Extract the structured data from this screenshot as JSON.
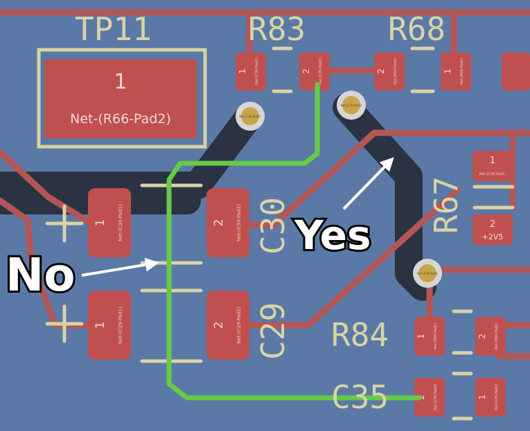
{
  "colors": {
    "board": "#5b79a7",
    "copper_trace": "#b55656",
    "pad": "#c0504f",
    "silkscreen": "#d9d4a6",
    "ground_trace": "#2b3342",
    "via_ring": "#d6d6d6",
    "via_hole": "#c8a54a",
    "highlight_path": "#66cc44",
    "annotation": "#ffffff"
  },
  "refs": {
    "tp11": "TP11",
    "r83": "R83",
    "r68": "R68",
    "r67": "R67",
    "c30": "C30",
    "c29": "C29",
    "r84": "R84",
    "c35": "C35"
  },
  "testpoint": {
    "pin": "1",
    "net": "Net-(R66-Pad2)"
  },
  "pads": {
    "c30_1": {
      "num": "1",
      "net": "Net-(C30-Pad1)"
    },
    "c30_2": {
      "num": "2",
      "net": "Net-(C30-Pad2)"
    },
    "c29_1": {
      "num": "1",
      "net": "Net-(C29-Pad1)"
    },
    "c29_2": {
      "num": "2",
      "net": "Net-(C29-Pad2)"
    },
    "r83_1": {
      "num": "1",
      "net": "Net-(C30-Pad2)"
    },
    "r83_2": {
      "num": "2",
      "net": "Net-(C35-Pad1)"
    },
    "r68_2": {
      "num": "2",
      "net": "Net-(R83-Pad2)"
    },
    "r68_1": {
      "num": "1",
      "net": "Net-(R68-Pad1)"
    },
    "r67_1": {
      "num": "1",
      "net": "Net-(C30-Pad1)"
    },
    "r67_2": {
      "num": "2",
      "net": "+2V5"
    },
    "r84_1": {
      "num": "1",
      "net": "Net-(R84-Pad1)"
    },
    "r84_2": {
      "num": "2",
      "net": "Net-(R84-Pad2)"
    },
    "c35_2": {
      "num": "2",
      "net": "Net-(C35-Pad2)"
    },
    "c35_1": {
      "num": "1",
      "net": "Net-(C35-Pad1)"
    }
  },
  "vias": {
    "v1": "Net-(C30-Pad2)",
    "v2": "Net-(C35-Pad1)",
    "v3": "Net-(C30-Pad1)"
  },
  "annotations": {
    "yes": "Yes",
    "no": "No"
  }
}
